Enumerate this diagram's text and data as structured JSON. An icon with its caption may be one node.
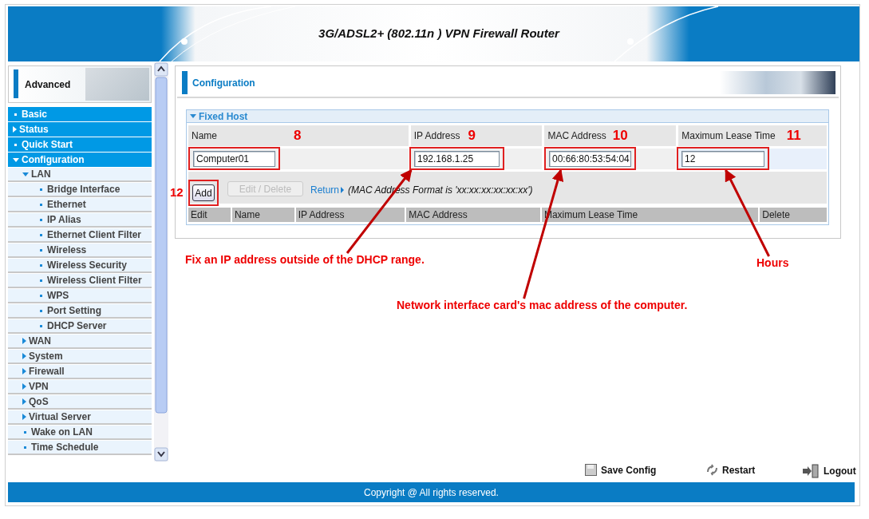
{
  "diagram": {
    "title": "3G/ADSL2+ (802.11n ) VPN Firewall Router",
    "nodes": [
      {
        "text": [
          "Computer01"
        ]
      },
      {
        "text": [
          "192.168.1.25"
        ]
      },
      {
        "text": [
          "00:66:80:53:54:04"
        ]
      },
      {
        "text": [
          "12"
        ]
      },
      {
        "text": [
          "Add"
        ]
      },
      {
        "text": [
          "Fix an IP address outside of the DHCP range."
        ]
      },
      {
        "text": [
          "Network interface card's mac address of the computer."
        ]
      },
      {
        "text": [
          "Hours"
        ]
      }
    ],
    "edges": [
      {
        "from": 5,
        "to": 1,
        "arrow": "to"
      },
      {
        "from": 6,
        "to": 2,
        "arrow": "to"
      },
      {
        "from": 7,
        "to": 3,
        "arrow": "to"
      }
    ],
    "labels": [
      "Advanced",
      "Basic",
      "Status",
      "Quick Start",
      "Configuration",
      "LAN",
      "Bridge Interface",
      "Ethernet",
      "IP Alias",
      "Ethernet Client Filter",
      "Wireless",
      "Wireless Security",
      "Wireless Client Filter",
      "WPS",
      "Port Setting",
      "DHCP Server",
      "WAN",
      "System",
      "Firewall",
      "VPN",
      "QoS",
      "Virtual Server",
      "Wake on LAN",
      "Time Schedule",
      "Configuration",
      "Fixed Host",
      "Name",
      "8",
      "IP Address",
      "9",
      "MAC Address",
      "10",
      "Maximum Lease Time",
      "11",
      "12",
      "Edit / Delete",
      "Return",
      "(MAC Address Format is 'xx:xx:xx:xx:xx:xx')",
      "Edit",
      "Name",
      "IP Address",
      "MAC Address",
      "Maximum Lease Time",
      "Delete",
      "Save Config",
      "Restart",
      "Logout",
      "Copyright @ All rights reserved."
    ]
  }
}
